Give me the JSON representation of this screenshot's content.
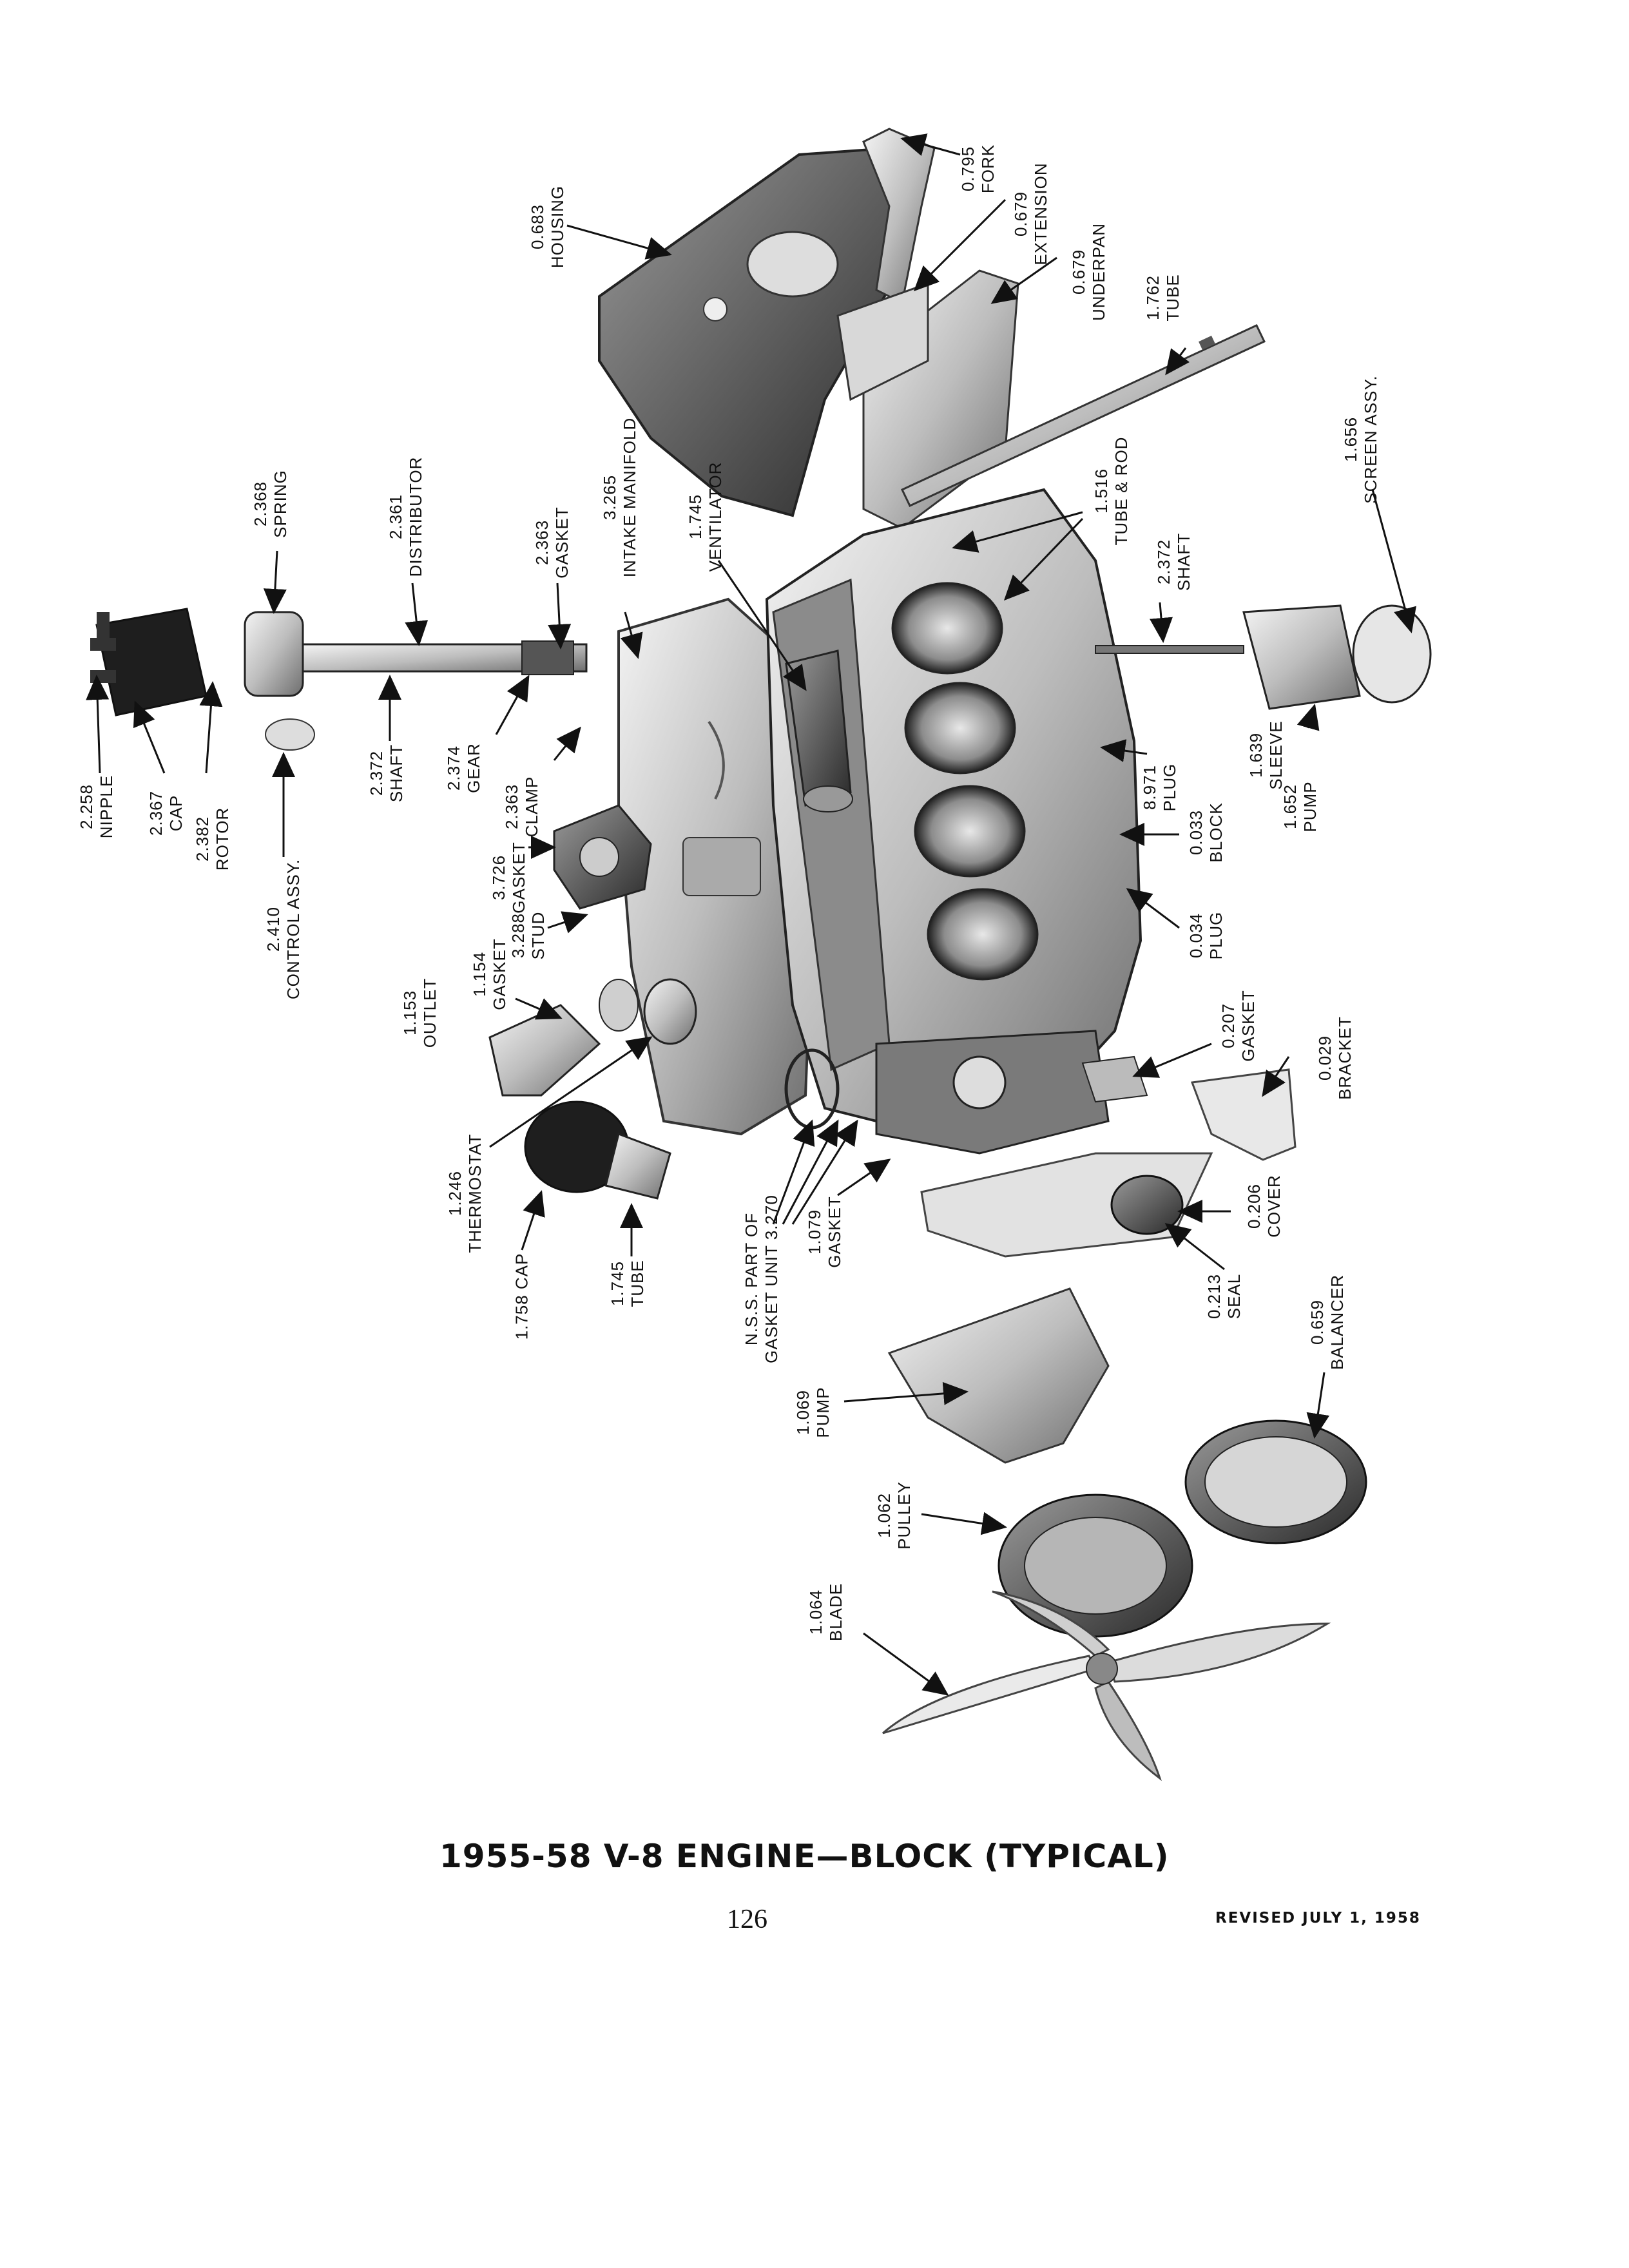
{
  "title": "1955-58 V-8 ENGINE—BLOCK (TYPICAL)",
  "page_number": "126",
  "revised": "REVISED JULY 1, 1958",
  "callouts": {
    "fork": "0.795\nFORK",
    "extension": "0.679\nEXTENSION",
    "housing": "0.683\nHOUSING",
    "underpan": "0.679\nUNDERPAN",
    "tube_top": "1.762\nTUBE",
    "screen_assy": "1.656\nSCREEN ASSY.",
    "spring": "2.368\nSPRING",
    "distributor": "2.361\nDISTRIBUTOR",
    "gasket_dist": "2.363\nGASKET",
    "intake_manifold": "3.265\nINTAKE MANIFOLD",
    "ventilator": "1.745\nVENTILATOR",
    "tube_rod": "1.516\nTUBE & ROD",
    "shaft_pump": "2.372\nSHAFT",
    "nipple": "2.258\nNIPPLE",
    "cap_dist": "2.367\nCAP",
    "rotor": "2.382\nROTOR",
    "shaft_dist": "2.372\nSHAFT",
    "gear": "2.374\nGEAR",
    "clamp": "2.363\nCLAMP",
    "plug_8971": "8.971\nPLUG",
    "sleeve": "1.639\nSLEEVE",
    "pump_oil": "1.652\nPUMP",
    "control_assy": "2.410\nCONTROL ASSY.",
    "gasket_3726": "3.726\nGASKET",
    "block": "0.033\nBLOCK",
    "stud": "3.288\nSTUD",
    "gasket_1154": "1.154\nGASKET",
    "plug_0034": "0.034\nPLUG",
    "outlet": "1.153\nOUTLET",
    "gasket_0207": "0.207\nGASKET",
    "bracket": "0.029\nBRACKET",
    "thermostat": "1.246\nTHERMOSTAT",
    "nss": "N.S.S. PART OF\nGASKET UNIT 3.270",
    "gasket_1079": "1.079\nGASKET",
    "cover": "0.206\nCOVER",
    "seal": "0.213\nSEAL",
    "cap_1758": "1.758 CAP",
    "tube_1745": "1.745\nTUBE",
    "balancer": "0.659\nBALANCER",
    "pump_water": "1.069\nPUMP",
    "pulley": "1.062\nPULLEY",
    "blade": "1.064\nBLADE"
  }
}
